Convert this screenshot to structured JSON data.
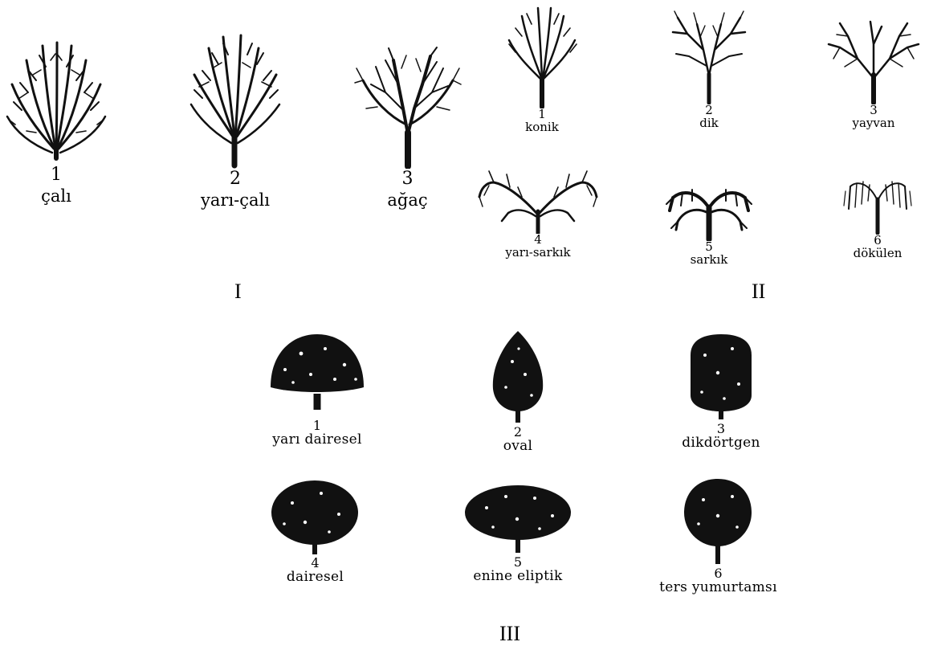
{
  "section_I": {
    "roman": "I",
    "items": [
      {
        "number": "1",
        "label": "çalı",
        "icon": "shrub-icon"
      },
      {
        "number": "2",
        "label": "yarı-çalı",
        "icon": "semi-shrub-icon"
      },
      {
        "number": "3",
        "label": "ağaç",
        "icon": "tree-icon"
      }
    ]
  },
  "section_II": {
    "roman": "II",
    "items": [
      {
        "number": "1",
        "label": "konik",
        "icon": "conical-branching-icon"
      },
      {
        "number": "2",
        "label": "dik",
        "icon": "upright-branching-icon"
      },
      {
        "number": "3",
        "label": "yayvan",
        "icon": "spreading-branching-icon"
      },
      {
        "number": "4",
        "label": "yarı-sarkık",
        "icon": "semi-drooping-branching-icon"
      },
      {
        "number": "5",
        "label": "sarkık",
        "icon": "drooping-branching-icon"
      },
      {
        "number": "6",
        "label": "dökülen",
        "icon": "weeping-branching-icon"
      }
    ]
  },
  "section_III": {
    "roman": "III",
    "items": [
      {
        "number": "1",
        "label": "yarı dairesel",
        "icon": "semicircular-crown-icon"
      },
      {
        "number": "2",
        "label": "oval",
        "icon": "oval-crown-icon"
      },
      {
        "number": "3",
        "label": "dikdörtgen",
        "icon": "rectangular-crown-icon"
      },
      {
        "number": "4",
        "label": "dairesel",
        "icon": "circular-crown-icon"
      },
      {
        "number": "5",
        "label": "enine eliptik",
        "icon": "transverse-elliptic-crown-icon"
      },
      {
        "number": "6",
        "label": "ters yumurtamsı",
        "icon": "obovate-crown-icon"
      }
    ]
  }
}
